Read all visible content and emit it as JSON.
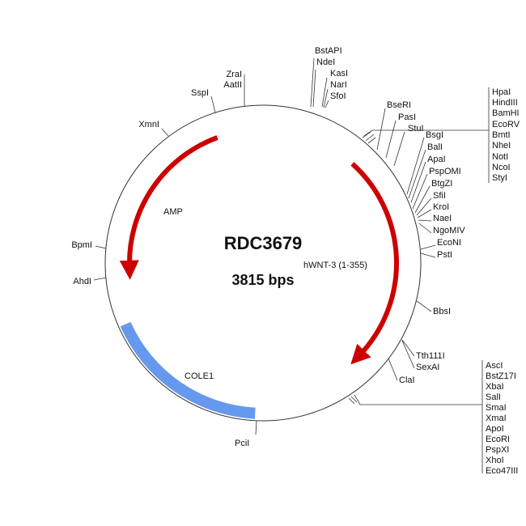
{
  "plasmid": {
    "name": "RDC3679",
    "size_label": "3815 bps",
    "length_bp": 3815
  },
  "features": [
    {
      "label": "AMP",
      "color": "#cc0000",
      "direction": "reverse"
    },
    {
      "label": "hWNT-3 (1-355)",
      "color": "#cc0000",
      "direction": "forward"
    },
    {
      "label": "COLE1",
      "color": "#6699ee",
      "direction": "none"
    }
  ],
  "sites": {
    "top": [
      "BstAPI",
      "NdeI",
      "KasI",
      "NarI",
      "SfoI"
    ],
    "zra": [
      "ZraI",
      "AatII"
    ],
    "sspi": "SspI",
    "xmni": "XmnI",
    "bpmi": "BpmI",
    "ahdi": "AhdI",
    "upper_right": [
      "BseRI",
      "PasI",
      "StuI"
    ],
    "mcs1": [
      "HpaI",
      "HindIII",
      "BamHI",
      "EcoRV",
      "BmtI",
      "NheI",
      "NotI",
      "NcoI",
      "StyI"
    ],
    "right_cluster": [
      "BsgI",
      "BalI",
      "ApaI",
      "PspOMI",
      "BtgZI",
      "SfiI",
      "KroI",
      "NaeI",
      "NgoMIV"
    ],
    "econi_psti": [
      "EcoNI",
      "PstI"
    ],
    "bbsi": "BbsI",
    "tth_sexa": [
      "Tth111I",
      "SexAI"
    ],
    "clai": "ClaI",
    "mcs2": [
      "AscI",
      "BstZ17I",
      "XbaI",
      "SalI",
      "SmaI",
      "XmaI",
      "ApoI",
      "EcoRI",
      "PspXI",
      "XhoI",
      "Eco47III"
    ],
    "pcii": "PciI"
  }
}
